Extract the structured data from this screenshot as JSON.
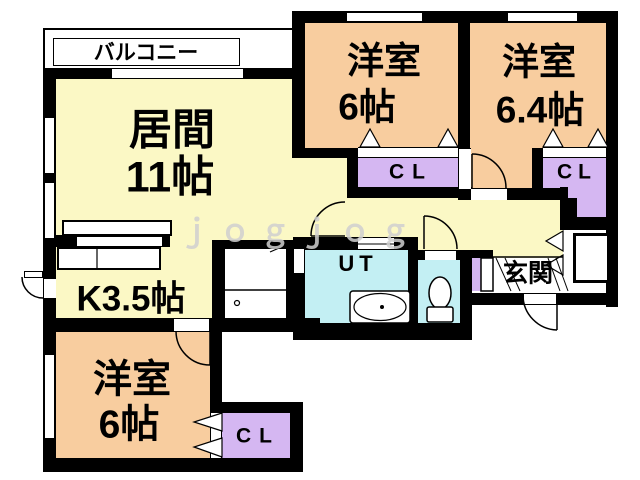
{
  "floorplan": {
    "watermark": "ｊｏｇｊｏｇ",
    "balcony": {
      "label": "バルコニー"
    },
    "living": {
      "name": "居間",
      "size": "11帖"
    },
    "bedroom_top_center": {
      "name": "洋室",
      "size": "6帖"
    },
    "bedroom_top_right": {
      "name": "洋室",
      "size": "6.4帖"
    },
    "kitchen": {
      "label": "K3.5帖"
    },
    "bedroom_bottom_left": {
      "name": "洋室",
      "size": "6帖"
    },
    "utility": {
      "label": "UT"
    },
    "entrance": {
      "label": "玄関"
    },
    "closet_top_center": {
      "label": "CL"
    },
    "closet_top_right": {
      "label": "CL"
    },
    "closet_bottom": {
      "label": "CL"
    },
    "colors": {
      "room_yellow": "#FBF8C5",
      "room_peach": "#F8CD9F",
      "closet_purple": "#D5B7F2",
      "wet_area_cyan": "#C3EFF3",
      "wall_black": "#000000",
      "watermark_gray": "#D0D0D0"
    }
  }
}
